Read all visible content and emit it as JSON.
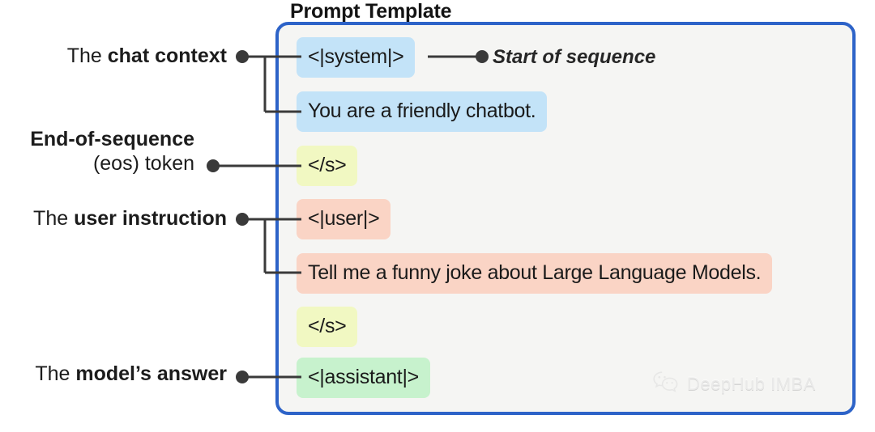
{
  "title": "Prompt Template",
  "panel": {
    "border_color": "#2d63c8",
    "background_color": "#f5f5f3"
  },
  "tokens": [
    {
      "id": "system",
      "text": "<|system|>",
      "color": "#c3e3f8",
      "role": "system-tag"
    },
    {
      "id": "system-msg",
      "text": "You are a friendly chatbot.",
      "color": "#c3e3f8",
      "role": "system-message"
    },
    {
      "id": "eos-1",
      "text": "</s>",
      "color": "#f1f8c2",
      "role": "eos-token"
    },
    {
      "id": "user",
      "text": "<|user|>",
      "color": "#fad4c5",
      "role": "user-tag"
    },
    {
      "id": "user-msg",
      "text": "Tell me a funny joke about Large Language Models.",
      "color": "#fad4c5",
      "role": "user-message"
    },
    {
      "id": "eos-2",
      "text": "</s>",
      "color": "#f1f8c2",
      "role": "eos-token"
    },
    {
      "id": "assistant",
      "text": "<|assistant|>",
      "color": "#c7f2cd",
      "role": "assistant-tag"
    }
  ],
  "labels": {
    "chat_context_prefix": "The ",
    "chat_context_strong": "chat context",
    "eos_line1": "End-of-sequence",
    "eos_line2": "(eos) token",
    "user_instruction_prefix": "The ",
    "user_instruction_strong": "user instruction",
    "model_answer_prefix": "The ",
    "model_answer_strong": "model’s answer",
    "start_of_sequence": "Start of sequence"
  },
  "watermark": {
    "text": "DeepHub IMBA",
    "icon": "wechat-icon"
  }
}
